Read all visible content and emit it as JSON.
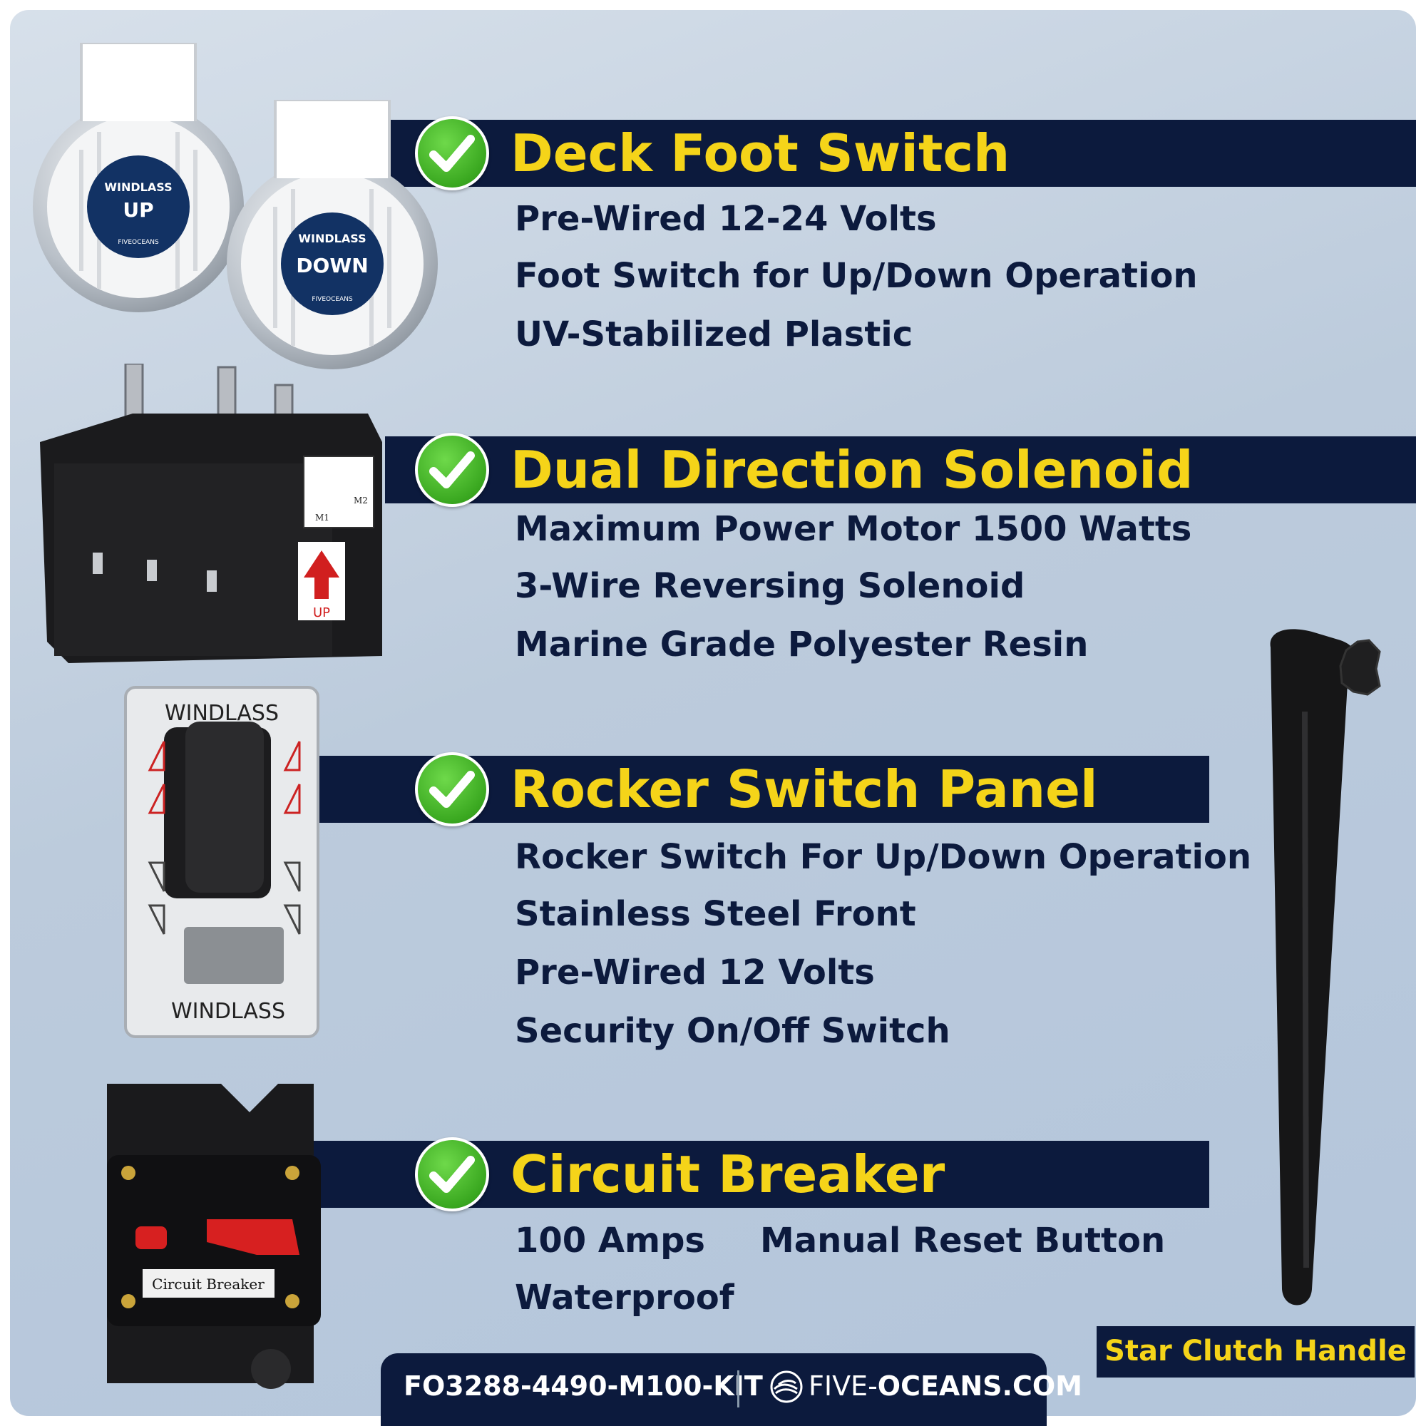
{
  "sections": [
    {
      "title": "Deck Foot Switch",
      "features": [
        "Pre-Wired  12-24 Volts",
        "Foot Switch for Up/Down Operation",
        "UV-Stabilized Plastic"
      ]
    },
    {
      "title": "Dual Direction Solenoid",
      "features": [
        "Maximum Power Motor 1500 Watts",
        "3-Wire Reversing Solenoid",
        "Marine Grade Polyester Resin"
      ]
    },
    {
      "title": "Rocker Switch Panel",
      "features": [
        "Rocker Switch For Up/Down Operation",
        "Stainless Steel Front",
        "Pre-Wired 12 Volts",
        "Security On/Off Switch"
      ]
    },
    {
      "title": "Circuit Breaker",
      "features": [
        "100 Amps",
        "Manual Reset Button",
        "Waterproof"
      ]
    }
  ],
  "products": {
    "foot_switch_up": {
      "brand_arc": "WINDLASS",
      "label": "UP",
      "maker": "FIVEOCEANS"
    },
    "foot_switch_down": {
      "brand_arc": "WINDLASS",
      "label": "DOWN",
      "maker": "FIVEOCEANS"
    },
    "solenoid": {
      "m1": "M1",
      "m2": "M2",
      "up": "UP"
    },
    "rocker_panel": {
      "top": "WINDLASS",
      "bottom": "WINDLASS"
    },
    "breaker": {
      "label": "Circuit Breaker"
    }
  },
  "handle_label": "Star Clutch Handle",
  "footer": {
    "sku": "FO3288-4490-M100-KIT",
    "site_prefix": "FIVE-",
    "site_bold": "OCEANS.COM"
  },
  "colors": {
    "navy": "#0c1a3d",
    "yellow": "#f5d419",
    "green": "#3aa820"
  }
}
